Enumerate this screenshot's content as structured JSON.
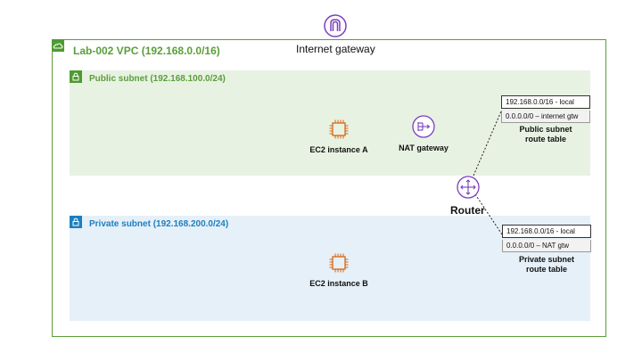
{
  "internet_gateway": {
    "label": "Internet gateway",
    "icon": "internet-gateway-icon",
    "color": "#7b3fbf"
  },
  "vpc": {
    "title": "Lab-002 VPC (192.168.0.0/16)",
    "icon": "cloud-icon",
    "color": "#5a9e3a"
  },
  "public_subnet": {
    "title": "Public subnet (192.168.100.0/24)",
    "icon": "lock-icon",
    "color": "#5a9e3a",
    "background": "#e8f2e3",
    "ec2_label": "EC2 instance A",
    "nat_label": "NAT gateway",
    "route_table": {
      "row1": "192.168.0.0/16 - local",
      "row2": "0.0.0.0/0 – internet gtw",
      "title_line1": "Public subnet",
      "title_line2": "route table"
    }
  },
  "private_subnet": {
    "title": "Private subnet (192.168.200.0/24)",
    "icon": "lock-icon",
    "color": "#1d7fbf",
    "background": "#e6f0f8",
    "ec2_label": "EC2 instance B",
    "route_table": {
      "row1": "192.168.0.0/16 - local",
      "row2": "0.0.0.0/0 – NAT gtw",
      "title_line1": "Private subnet",
      "title_line2": "route table"
    }
  },
  "router": {
    "label": "Router",
    "icon": "router-icon",
    "color": "#7b3fbf"
  },
  "ec2_color": "#d86613"
}
